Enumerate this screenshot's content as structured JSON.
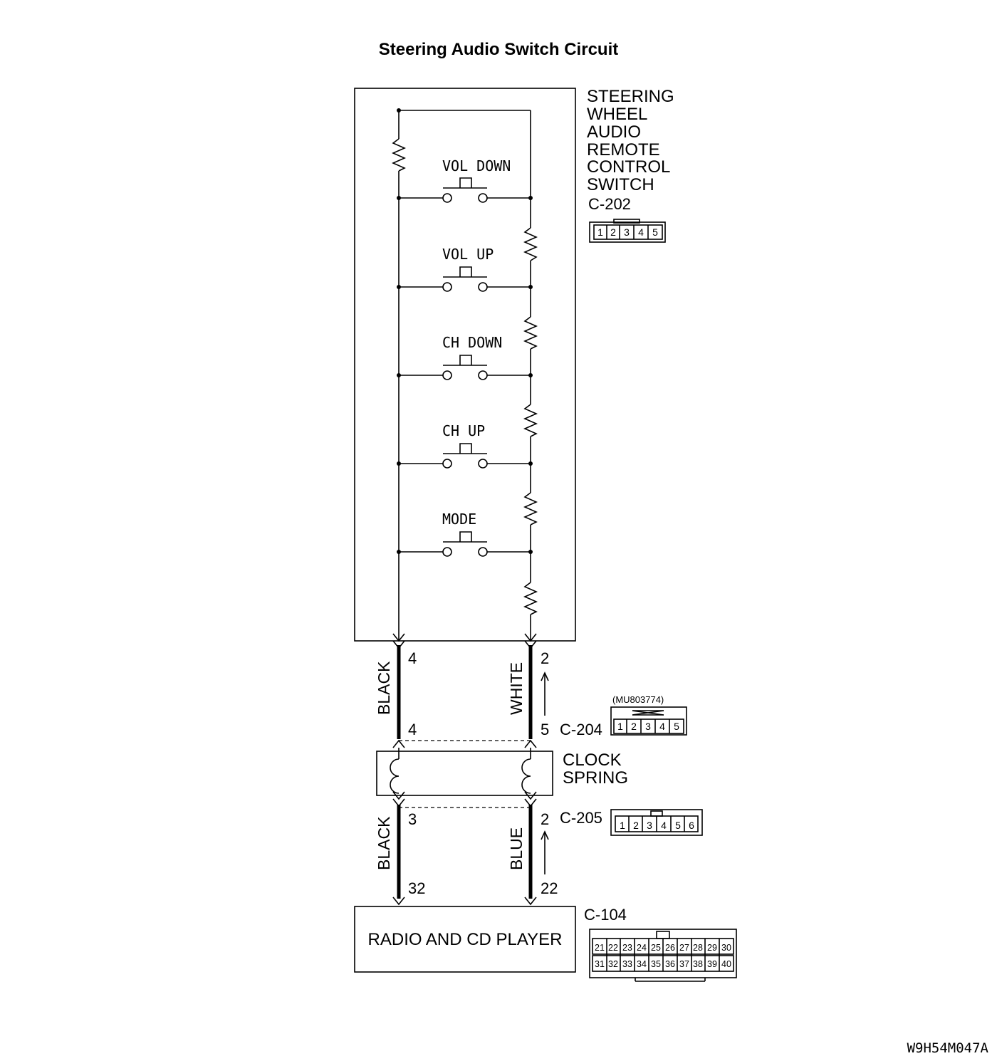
{
  "title": "Steering Audio Switch Circuit",
  "component_name": [
    "STEERING",
    "WHEEL",
    "AUDIO",
    "REMOTE",
    "CONTROL",
    "SWITCH"
  ],
  "switches": [
    "VOL DOWN",
    "VOL UP",
    "CH DOWN",
    "CH UP",
    "MODE"
  ],
  "connectors": {
    "c202": {
      "label": "C-202",
      "pins": [
        "1",
        "2",
        "3",
        "4",
        "5"
      ]
    },
    "c204": {
      "label": "C-204",
      "part": "(MU803774)",
      "pins": [
        "1",
        "2",
        "3",
        "4",
        "5"
      ]
    },
    "c205": {
      "label": "C-205",
      "pins": [
        "1",
        "2",
        "3",
        "4",
        "5",
        "6"
      ]
    },
    "c104": {
      "label": "C-104",
      "pins_top": [
        "21",
        "22",
        "23",
        "24",
        "25",
        "26",
        "27",
        "28",
        "29",
        "30"
      ],
      "pins_bottom": [
        "31",
        "32",
        "33",
        "34",
        "35",
        "36",
        "37",
        "38",
        "39",
        "40"
      ]
    }
  },
  "clock_spring": [
    "CLOCK",
    "SPRING"
  ],
  "radio": "RADIO AND CD PLAYER",
  "wires": {
    "left_upper": "BLACK",
    "right_upper": "WHITE",
    "left_lower": "BLACK",
    "right_lower": "BLUE"
  },
  "pins": {
    "sw_left": "4",
    "sw_right": "2",
    "c204_left": "4",
    "c204_right": "5",
    "c205_left": "3",
    "c205_right": "2",
    "radio_left": "32",
    "radio_right": "22"
  },
  "figure_code": "W9H54M047A"
}
